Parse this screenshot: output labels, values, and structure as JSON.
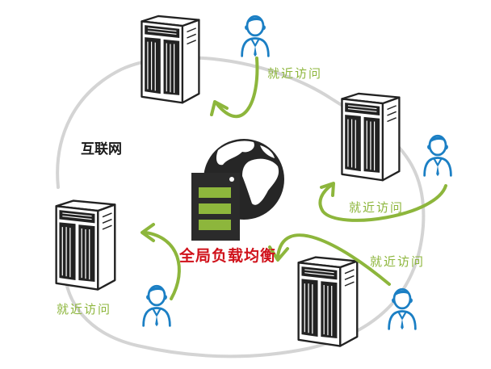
{
  "diagram": {
    "internet_label": "互联网",
    "center_label": "全局负载均衡",
    "nearby_labels": [
      "就近访问",
      "就近访问",
      "就近访问",
      "就近访问"
    ],
    "colors": {
      "ring": "#d4d4d4",
      "arrow": "#8db63c",
      "user": "#1b7fc4",
      "server": "#2b2b2b",
      "center_text": "#d0121b",
      "lb_bars": "#8db63c"
    },
    "icons": [
      "server-icon",
      "user-icon",
      "globe-icon",
      "load-balancer-icon",
      "arrow-icon"
    ]
  }
}
